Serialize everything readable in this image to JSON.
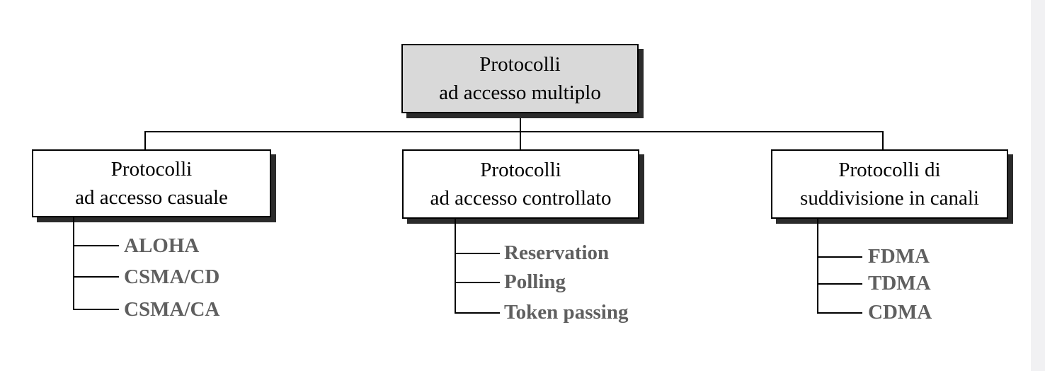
{
  "root": {
    "line1": "Protocolli",
    "line2": "ad accesso multiplo"
  },
  "categories": [
    {
      "line1": "Protocolli",
      "line2": "ad accesso casuale",
      "items": [
        "ALOHA",
        "CSMA/CD",
        "CSMA/CA"
      ]
    },
    {
      "line1": "Protocolli",
      "line2": "ad accesso controllato",
      "items": [
        "Reservation",
        "Polling",
        "Token passing"
      ]
    },
    {
      "line1": "Protocolli di",
      "line2": "suddivisione in canali",
      "items": [
        "FDMA",
        "TDMA",
        "CDMA"
      ]
    }
  ]
}
